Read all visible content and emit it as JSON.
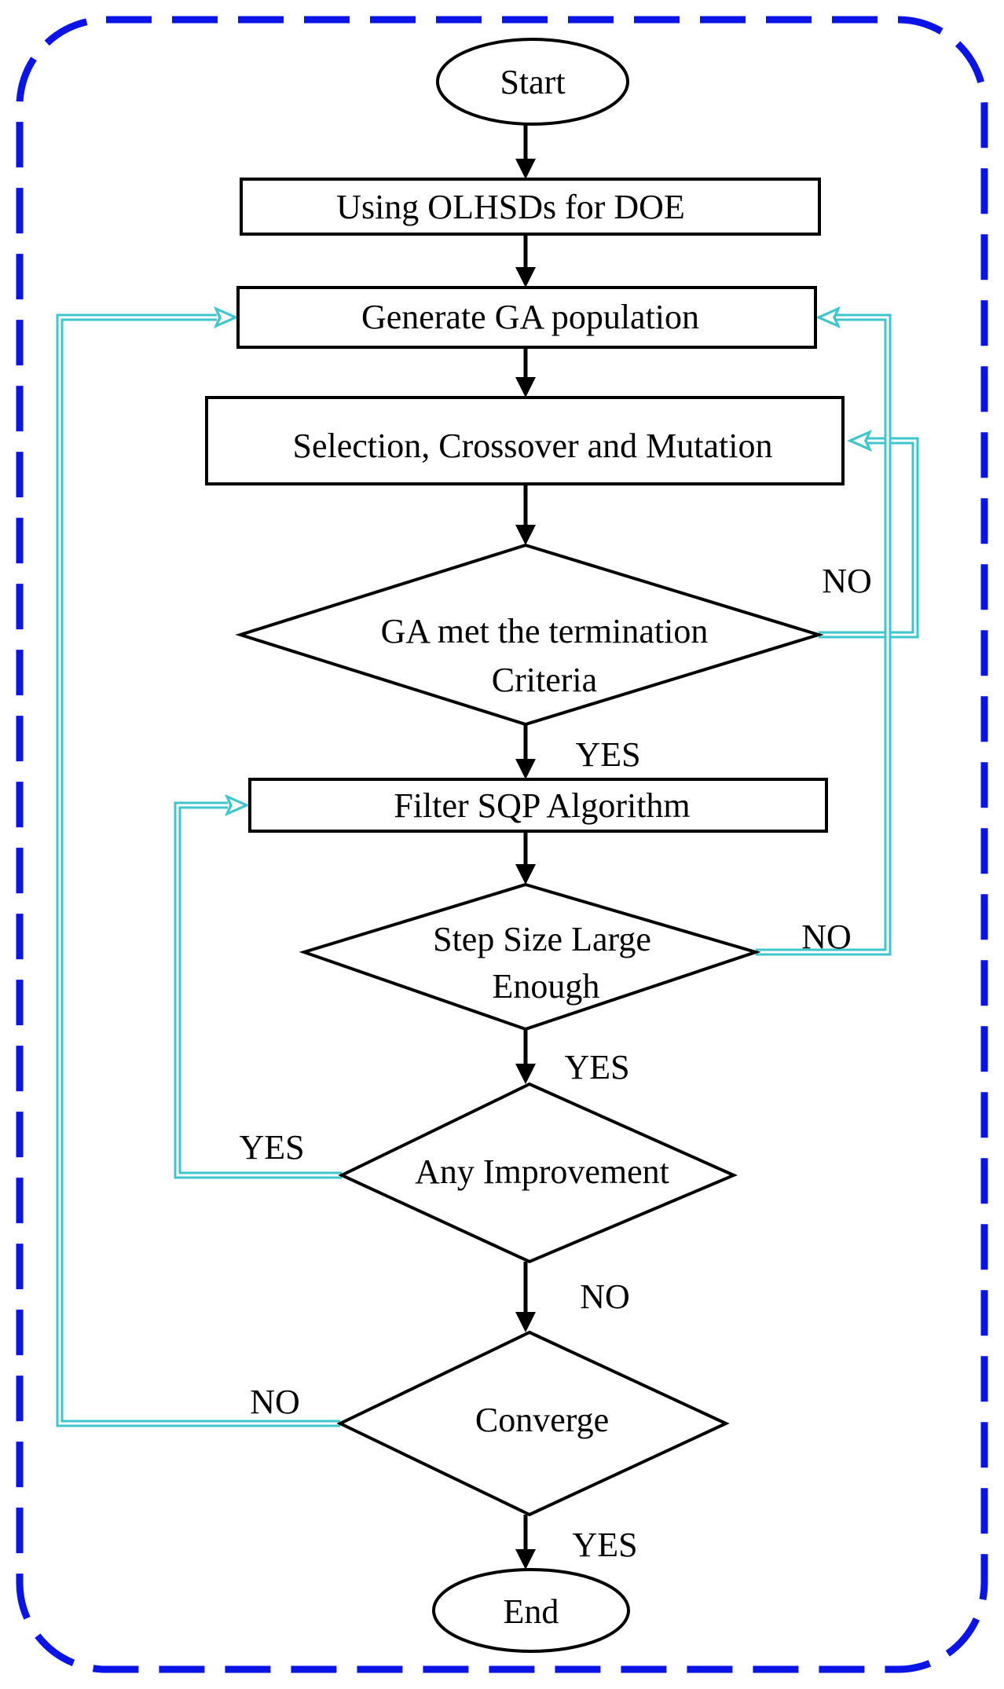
{
  "colors": {
    "frame": "#0a14e6",
    "loop_arrow": "#3fc5cc",
    "main_arrow": "#000000",
    "node_stroke": "#000000"
  },
  "nodes": {
    "start": "Start",
    "doe": "Using OLHSDs for DOE",
    "ga_population": "Generate GA population",
    "ga_operators": "Selection, Crossover and Mutation",
    "ga_termination_line1": "GA met the termination",
    "ga_termination_line2": "Criteria",
    "filter_sqp": "Filter SQP Algorithm",
    "step_size_line1": "Step Size Large",
    "step_size_line2": "Enough",
    "improvement": "Any Improvement",
    "converge": "Converge",
    "end": "End"
  },
  "edges": {
    "ga_termination_no": "NO",
    "ga_termination_yes": "YES",
    "step_size_no": "NO",
    "step_size_yes": "YES",
    "improvement_yes": "YES",
    "improvement_no": "NO",
    "converge_no": "NO",
    "converge_yes": "YES"
  }
}
